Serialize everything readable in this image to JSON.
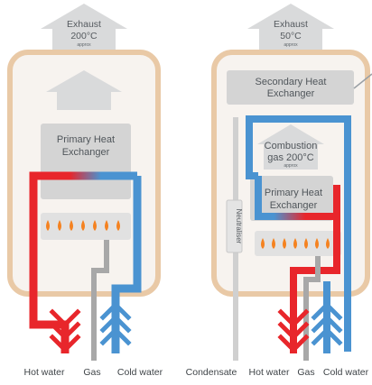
{
  "left_boiler": {
    "exhaust": {
      "title": "Exhaust",
      "temp": "200°C",
      "note": "approx"
    },
    "primary_heat_exchanger": [
      "Primary Heat",
      "Exchanger"
    ],
    "labels": {
      "hot_water": "Hot water",
      "gas": "Gas",
      "cold_water": "Cold water"
    }
  },
  "right_boiler": {
    "exhaust": {
      "title": "Exhaust",
      "temp": "50°C",
      "note": "approx"
    },
    "secondary_heat_exchanger": [
      "Secondary Heat",
      "Exchanger"
    ],
    "combustion_gas": {
      "line1": "Combustion",
      "line2": "gas 200°C",
      "note": "approx"
    },
    "primary_heat_exchanger": [
      "Primary Heat",
      "Exchanger"
    ],
    "neutraliser": "Neutraliser",
    "labels": {
      "condensate": "Condensate",
      "hot_water": "Hot water",
      "gas": "Gas",
      "cold_water": "Cold water"
    }
  },
  "colors": {
    "casing_border": "#e9c9a6",
    "casing_fill": "#f7f3ef",
    "arrow_grey": "#d9dadb",
    "panel_grey": "#d4d4d4",
    "hot_red": "#e8262b",
    "cold_blue": "#4a93d1",
    "gas_grey": "#a8a8a8",
    "flame_orange": "#f58220",
    "condensate_grey": "#d0d0d0"
  }
}
